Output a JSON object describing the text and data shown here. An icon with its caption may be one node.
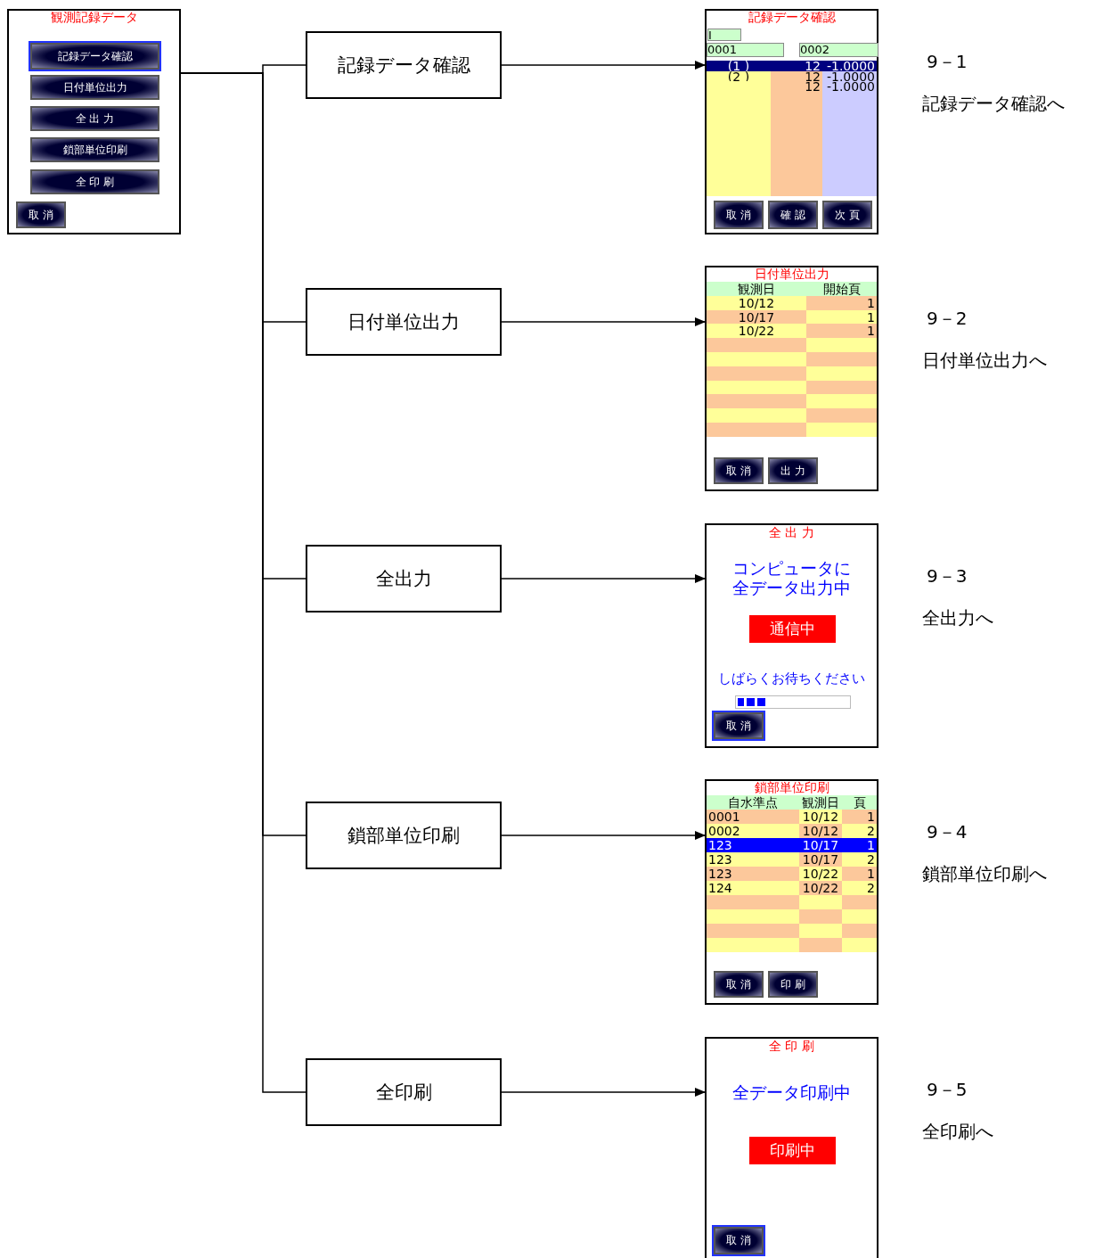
{
  "diagram": {
    "nodes": [
      {
        "text": [
          "観測記録データ"
        ]
      },
      {
        "text": [
          "記録データ確認"
        ],
        "in": 0
      },
      {
        "text": [
          "日付単位出力"
        ],
        "in": 0
      },
      {
        "text": [
          "全 出 力"
        ],
        "in": 0
      },
      {
        "text": [
          "鎖部単位印刷"
        ],
        "in": 0
      },
      {
        "text": [
          "全 印 刷"
        ],
        "in": 0
      },
      {
        "text": [
          "取 消"
        ],
        "in": 0
      },
      {
        "text": [
          "記録データ確認"
        ]
      },
      {
        "text": [
          "日付単位出力"
        ]
      },
      {
        "text": [
          "全出力"
        ]
      },
      {
        "text": [
          "鎖部単位印刷"
        ]
      },
      {
        "text": [
          "全印刷"
        ]
      },
      {
        "text": [
          "記録データ確認",
          "(1 )",
          "12",
          "-1.0000",
          "(2 )",
          "12",
          "-1.0000",
          "12",
          "-1.0000"
        ],
        "beside": [
          "9－1",
          "記録データ確認へ"
        ]
      },
      {
        "text": [
          "I"
        ],
        "in": 12
      },
      {
        "text": [
          "0001"
        ],
        "in": 12
      },
      {
        "text": [
          "0002"
        ],
        "in": 12
      },
      {
        "text": [
          "取 消"
        ],
        "in": 12
      },
      {
        "text": [
          "確 認"
        ],
        "in": 12
      },
      {
        "text": [
          "次 頁"
        ],
        "in": 12
      },
      {
        "text": [
          "日付単位出力",
          "観測日",
          "開始頁",
          "10/12",
          "1",
          "10/17",
          "1",
          "10/22",
          "1"
        ],
        "beside": [
          "9－2",
          "日付単位出力へ"
        ]
      },
      {
        "text": [
          "取 消"
        ],
        "in": 19
      },
      {
        "text": [
          "出 力"
        ],
        "in": 19
      },
      {
        "text": [
          "全 出 力",
          "コンピュータに全データ出力中",
          "しばらくお待ちください"
        ],
        "beside": [
          "9－3",
          "全出力へ"
        ]
      },
      {
        "text": [
          "通信中"
        ],
        "in": 22
      },
      {
        "text": [
          "取 消"
        ],
        "in": 22
      },
      {
        "text": [
          "鎖部単位印刷",
          "自水準点",
          "観測日",
          "頁",
          "0001",
          "10/12",
          "1",
          "0002",
          "10/12",
          "2",
          "123",
          "10/17",
          "1",
          "123",
          "10/17",
          "2",
          "123",
          "10/22",
          "1",
          "124",
          "10/22",
          "2"
        ],
        "beside": [
          "9－4",
          "鎖部単位印刷へ"
        ]
      },
      {
        "text": [
          "取 消"
        ],
        "in": 25
      },
      {
        "text": [
          "印 刷"
        ],
        "in": 25
      },
      {
        "text": [
          "全 印 刷",
          "全データ印刷中"
        ],
        "beside": [
          "9－5",
          "全印刷へ"
        ]
      },
      {
        "text": [
          "印刷中"
        ],
        "in": 28
      },
      {
        "text": [
          "取 消"
        ],
        "in": 28
      }
    ],
    "edges": [
      {
        "from": 0,
        "to": 7,
        "arrow": "none"
      },
      {
        "from": 0,
        "to": 8,
        "arrow": "none"
      },
      {
        "from": 0,
        "to": 9,
        "arrow": "none"
      },
      {
        "from": 0,
        "to": 10,
        "arrow": "none"
      },
      {
        "from": 0,
        "to": 11,
        "arrow": "none"
      },
      {
        "from": 7,
        "to": 12,
        "arrow": "to"
      },
      {
        "from": 8,
        "to": 19,
        "arrow": "to"
      },
      {
        "from": 9,
        "to": 22,
        "arrow": "to"
      },
      {
        "from": 10,
        "to": 25,
        "arrow": "to"
      },
      {
        "from": 11,
        "to": 28,
        "arrow": "to"
      }
    ]
  }
}
